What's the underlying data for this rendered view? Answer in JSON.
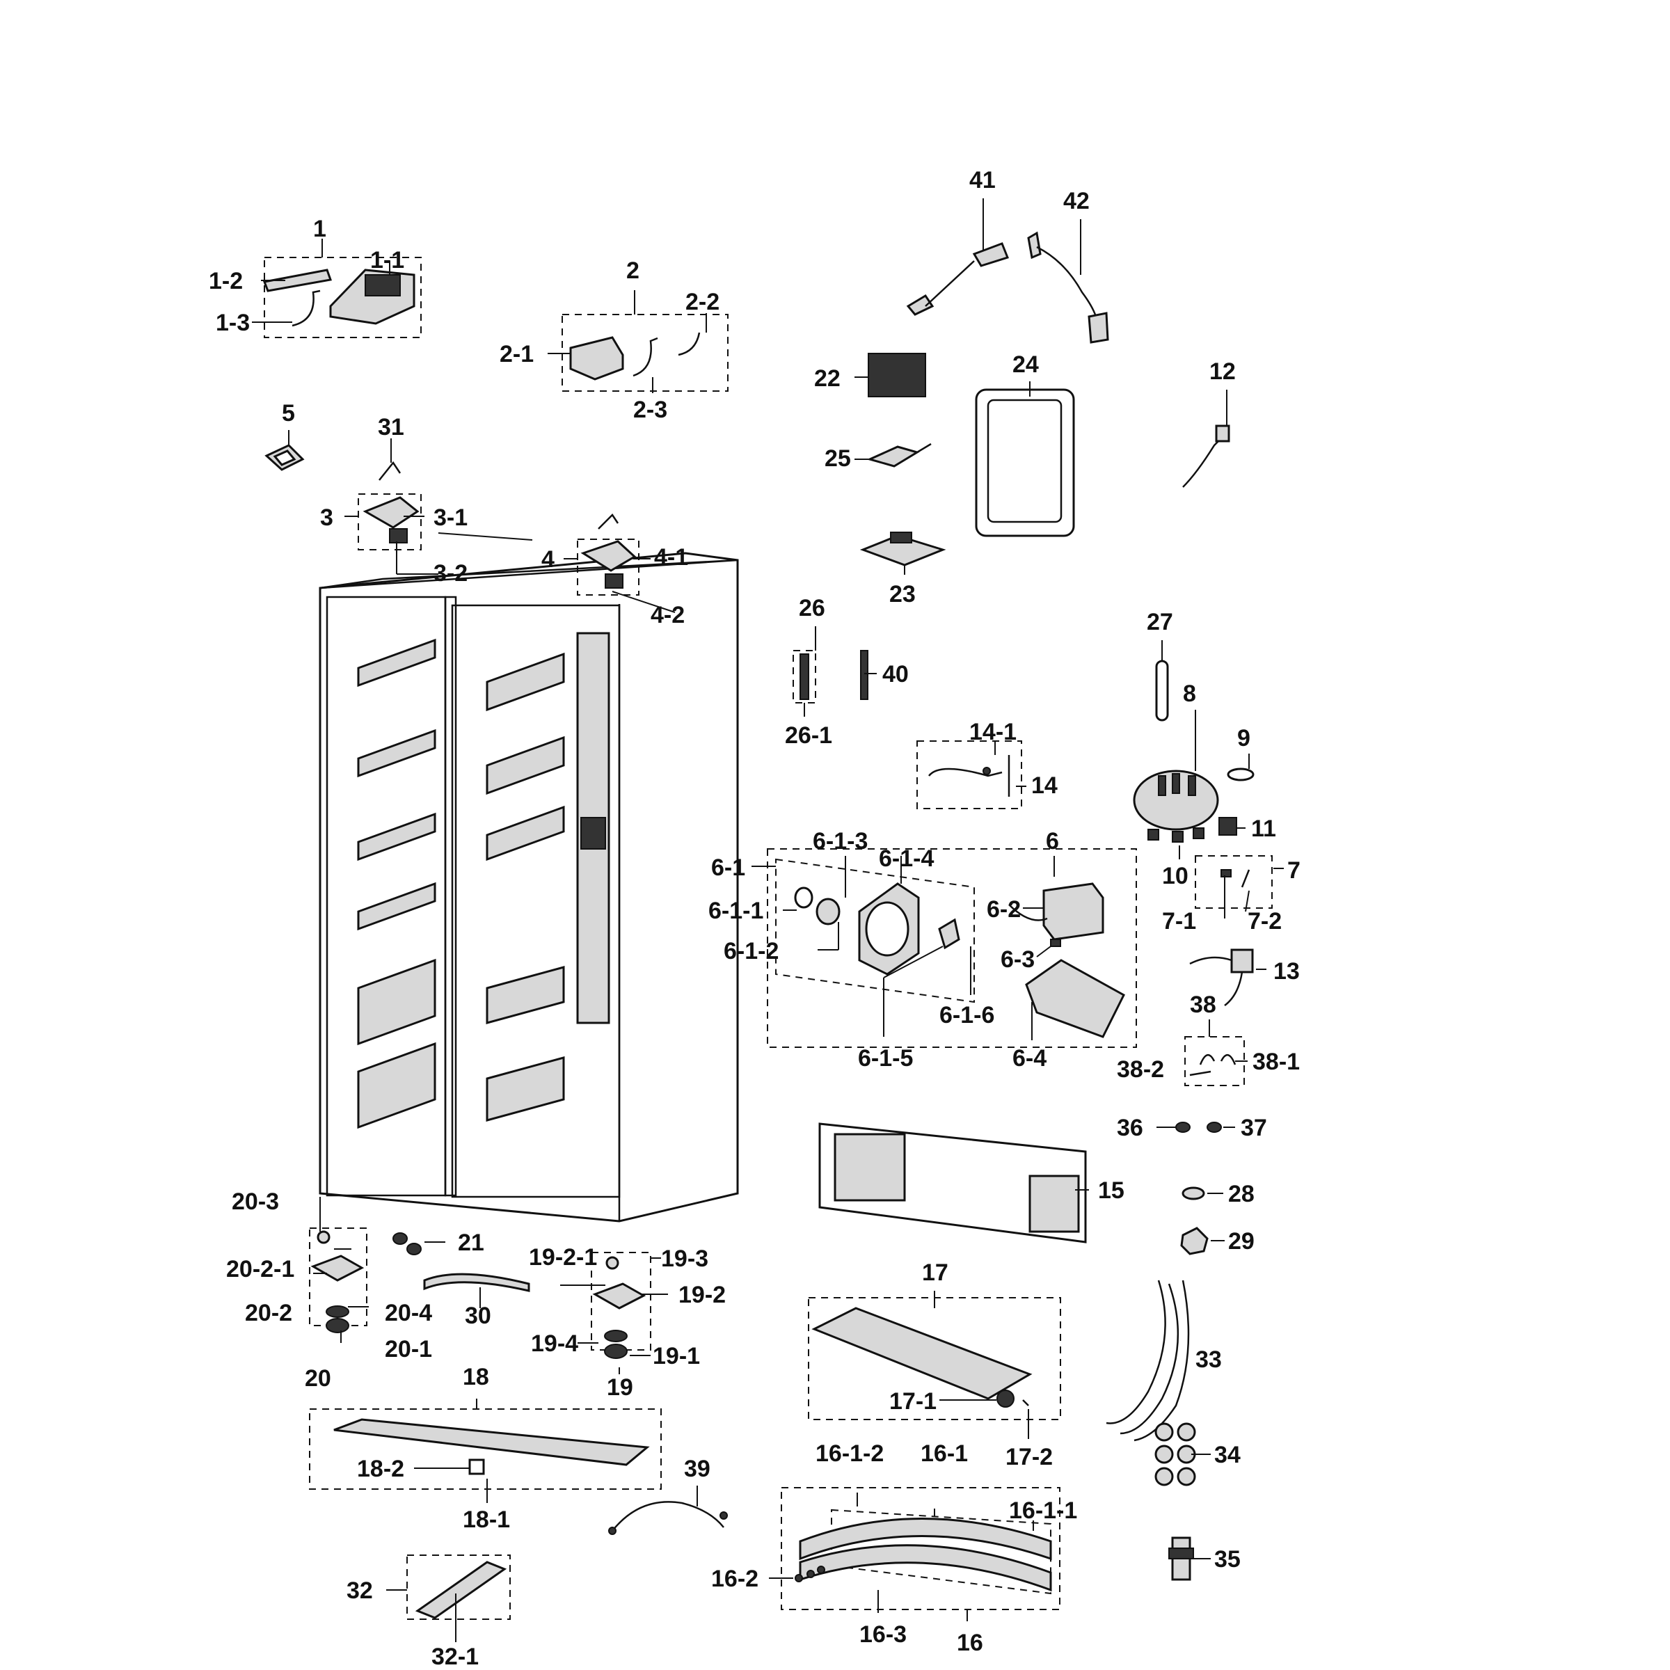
{
  "labels": {
    "l1": "1",
    "l1_1": "1-1",
    "l1_2": "1-2",
    "l1_3": "1-3",
    "l2": "2",
    "l2_1": "2-1",
    "l2_2": "2-2",
    "l2_3": "2-3",
    "l3": "3",
    "l3_1": "3-1",
    "l3_2": "3-2",
    "l4": "4",
    "l4_1": "4-1",
    "l4_2": "4-2",
    "l5": "5",
    "l31": "31",
    "l41": "41",
    "l42": "42",
    "l22": "22",
    "l24": "24",
    "l25": "25",
    "l23": "23",
    "l12": "12",
    "l26": "26",
    "l26_1": "26-1",
    "l40": "40",
    "l27": "27",
    "l8": "8",
    "l9": "9",
    "l10": "10",
    "l11": "11",
    "l14": "14",
    "l14_1": "14-1",
    "l6": "6",
    "l6_1": "6-1",
    "l6_1_1": "6-1-1",
    "l6_1_2": "6-1-2",
    "l6_1_3": "6-1-3",
    "l6_1_4": "6-1-4",
    "l6_1_5": "6-1-5",
    "l6_1_6": "6-1-6",
    "l6_2": "6-2",
    "l6_3": "6-3",
    "l6_4": "6-4",
    "l7": "7",
    "l7_1": "7-1",
    "l7_2": "7-2",
    "l13": "13",
    "l38": "38",
    "l38_1": "38-1",
    "l38_2": "38-2",
    "l36": "36",
    "l37": "37",
    "l15": "15",
    "l28": "28",
    "l29": "29",
    "l17": "17",
    "l17_1": "17-1",
    "l17_2": "17-2",
    "l33": "33",
    "l34": "34",
    "l35": "35",
    "l16": "16",
    "l16_1": "16-1",
    "l16_1_1": "16-1-1",
    "l16_1_2": "16-1-2",
    "l16_2": "16-2",
    "l16_3": "16-3",
    "l20": "20",
    "l20_1": "20-1",
    "l20_2": "20-2",
    "l20_2_1": "20-2-1",
    "l20_3": "20-3",
    "l20_4": "20-4",
    "l21": "21",
    "l30": "30",
    "l19": "19",
    "l19_1": "19-1",
    "l19_2": "19-2",
    "l19_2_1": "19-2-1",
    "l19_3": "19-3",
    "l19_4": "19-4",
    "l18": "18",
    "l18_1": "18-1",
    "l18_2": "18-2",
    "l39": "39",
    "l32": "32",
    "l32_1": "32-1"
  }
}
